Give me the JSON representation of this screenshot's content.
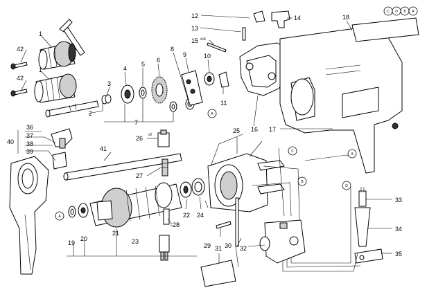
{
  "part_numbers": {
    "n1": "1",
    "n2": "2",
    "n3": "3",
    "n4": "4",
    "n5": "5",
    "n6": "6",
    "n7": "7",
    "n8": "8",
    "n9": "9",
    "n10": "10",
    "n11": "11",
    "n12": "12",
    "n13": "13",
    "n14": "14",
    "n15": "15",
    "n16": "16",
    "n17": "17",
    "n18": "18",
    "n19": "19",
    "n20": "20",
    "n21": "21",
    "n22": "22",
    "n23": "23",
    "n24": "24",
    "n25": "25",
    "n26": "26",
    "n27": "27",
    "n28": "-28",
    "n29": "29",
    "n30": "30",
    "n31": "31",
    "n32": "32",
    "n33": "33",
    "n34": "34",
    "n35": "35",
    "n36": "36",
    "n37": "37",
    "n38": "38",
    "n39": "39",
    "n40": "40",
    "n41": "41",
    "n42a": "42",
    "n42b": "42"
  },
  "qty_marks": {
    "q15": "x16",
    "q26": "x2"
  },
  "connector_letters": {
    "A": "A",
    "B": "B",
    "C": "C",
    "D": "D"
  }
}
